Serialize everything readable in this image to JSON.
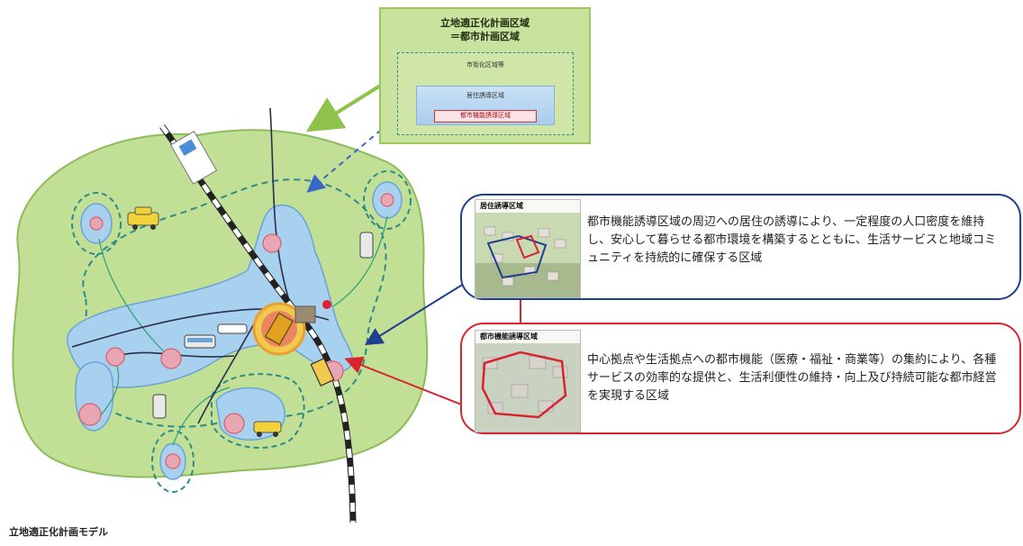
{
  "legend": {
    "title_line1": "立地適正化計画区域",
    "title_line2": "＝都市計画区域",
    "urbanization_label": "市街化区域等",
    "residential_label": "居住誘導区域",
    "function_label": "都市機能誘導区域"
  },
  "residential_card": {
    "thumb_title": "居住誘導区域",
    "text": "都市機能誘導区域の周辺への居住の誘導により、一定程度の人口密度を維持し、安心して暮らせる都市環境を構築するとともに、生活サービスと地域コミュニティを持続的に確保する区域",
    "border_color": "#1f3f8f"
  },
  "function_card": {
    "thumb_title": "都市機能誘導区域",
    "text": "中心拠点や生活拠点への都市機能（医療・福祉・商業等）の集約により、各種サービスの効率的な提供と、生活利便性の維持・向上及び持続可能な都市経営を実現する区域",
    "border_color": "#d9232e"
  },
  "caption": "立地適正化計画モデル",
  "colors": {
    "land": "#c2df96",
    "residential_zone": "#a8d0ef",
    "center_zone": "#e8a6b2",
    "urban_boundary": "#2f8a8a"
  }
}
